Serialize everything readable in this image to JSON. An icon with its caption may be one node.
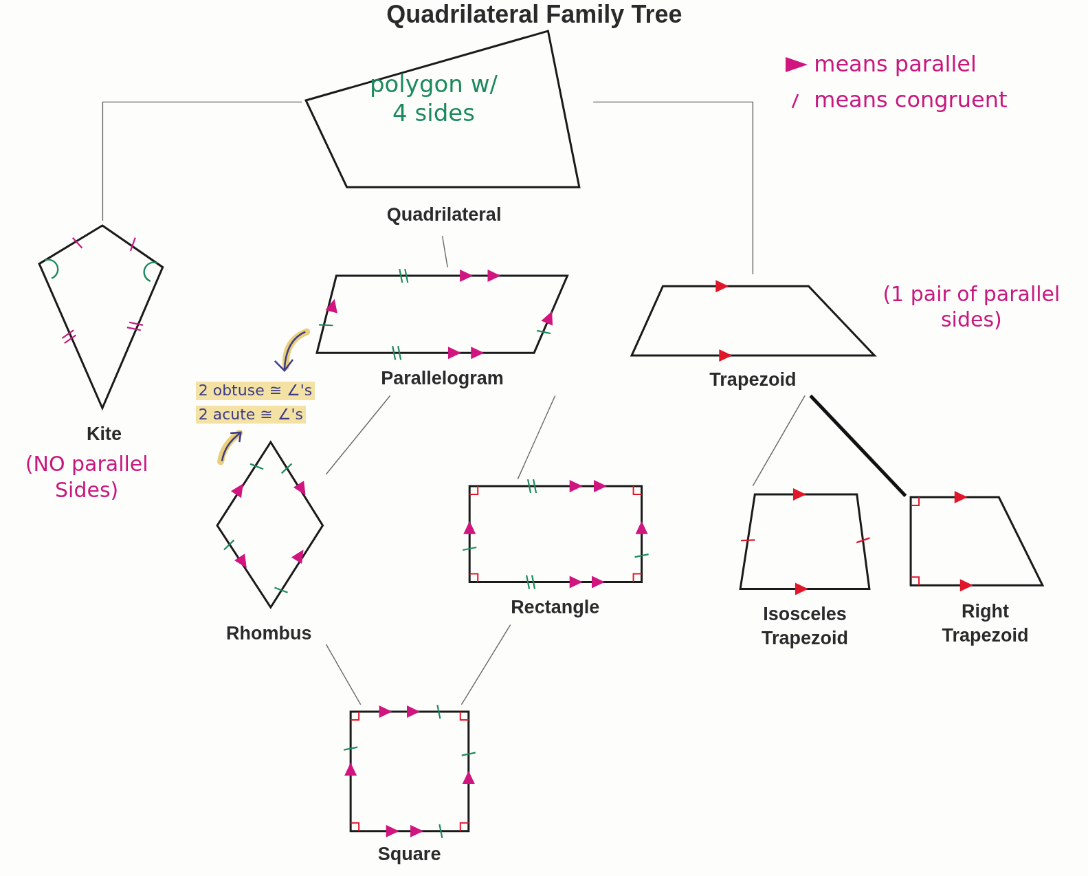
{
  "diagram": {
    "title": "Quadrilateral Family Tree",
    "nodes": [
      {
        "text": [
          "polygon w/ 4 sides",
          "Quadrilateral"
        ]
      },
      {
        "text": [
          "Kite"
        ],
        "beside": [
          "(NO parallel Sides)"
        ]
      },
      {
        "text": [
          "Parallelogram"
        ]
      },
      {
        "text": [
          "Trapezoid"
        ],
        "beside": [
          "(1 pair of parallel sides)"
        ]
      },
      {
        "text": [
          "Rhombus"
        ]
      },
      {
        "text": [
          "Rectangle"
        ]
      },
      {
        "text": [
          "Isosceles Trapezoid"
        ]
      },
      {
        "text": [
          "Right Trapezoid"
        ]
      },
      {
        "text": [
          "Square"
        ]
      }
    ],
    "edges": [
      {
        "from": 0,
        "to": 1,
        "arrow": "none"
      },
      {
        "from": 0,
        "to": 2,
        "arrow": "none"
      },
      {
        "from": 0,
        "to": 3,
        "arrow": "none"
      },
      {
        "from": 2,
        "to": 4,
        "arrow": "none"
      },
      {
        "from": 2,
        "to": 5,
        "arrow": "none"
      },
      {
        "from": 3,
        "to": 6,
        "arrow": "none"
      },
      {
        "from": 3,
        "to": 7,
        "arrow": "none",
        "style": "thick"
      },
      {
        "from": 4,
        "to": 8,
        "arrow": "none"
      },
      {
        "from": 5,
        "to": 8,
        "arrow": "none"
      }
    ],
    "labels": [
      "2 obtuse ≅ ∠'s",
      "2 acute ≅ ∠'s"
    ],
    "legend": [
      {
        "text": "means parallel"
      },
      {
        "text": "means congruent"
      }
    ]
  }
}
